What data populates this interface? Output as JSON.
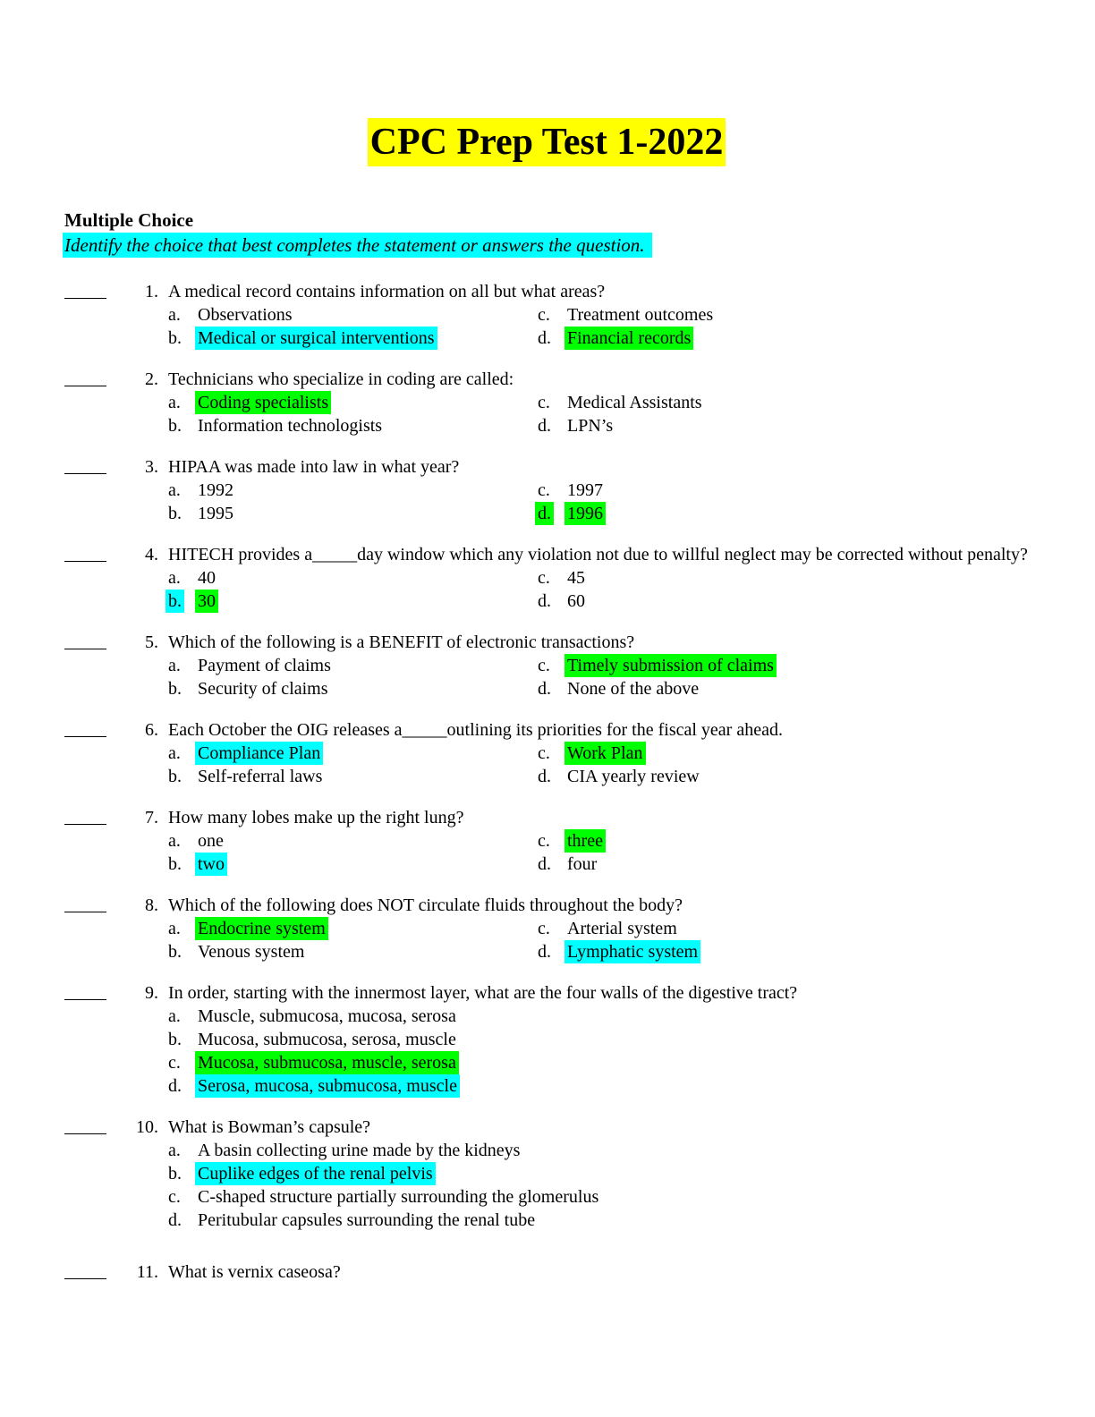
{
  "colors": {
    "yellow": "#ffff00",
    "cyan": "#00ffff",
    "green": "#00ff00"
  },
  "header": {
    "title": "CPC Prep Test 1-2022",
    "title_hl": "yellow"
  },
  "section": {
    "heading": "Multiple Choice",
    "instruction": "Identify the choice that best completes the statement or answers the question.",
    "instruction_hl": "cyan"
  },
  "questions": [
    {
      "number": "1.",
      "text": "A medical record contains information on all but what areas?",
      "options": [
        {
          "letter": "a.",
          "text": "Observations",
          "hl": null,
          "letter_hl": null
        },
        {
          "letter": "b.",
          "text": "Medical or surgical interventions",
          "hl": "cyan",
          "letter_hl": null
        },
        {
          "letter": "c.",
          "text": "Treatment outcomes",
          "hl": null,
          "letter_hl": null
        },
        {
          "letter": "d.",
          "text": "Financial records",
          "hl": "green",
          "letter_hl": null
        }
      ]
    },
    {
      "number": "2.",
      "text": "Technicians who specialize in coding are called:",
      "options": [
        {
          "letter": "a.",
          "text": "Coding specialists",
          "hl": "green",
          "letter_hl": null
        },
        {
          "letter": "b.",
          "text": "Information technologists",
          "hl": null,
          "letter_hl": null
        },
        {
          "letter": "c.",
          "text": "Medical Assistants",
          "hl": null,
          "letter_hl": null
        },
        {
          "letter": "d.",
          "text": "LPN’s",
          "hl": null,
          "letter_hl": null
        }
      ]
    },
    {
      "number": "3.",
      "text": "HIPAA was made into law in what year?",
      "options": [
        {
          "letter": "a.",
          "text": "1992",
          "hl": null,
          "letter_hl": null
        },
        {
          "letter": "b.",
          "text": "1995",
          "hl": null,
          "letter_hl": null
        },
        {
          "letter": "c.",
          "text": "1997",
          "hl": null,
          "letter_hl": null
        },
        {
          "letter": "d.",
          "text": "1996",
          "hl": "green",
          "letter_hl": "green"
        }
      ]
    },
    {
      "number": "4.",
      "text": "HITECH provides a_____day window which any violation not due to willful neglect may be corrected without penalty?",
      "options": [
        {
          "letter": "a.",
          "text": "40",
          "hl": null,
          "letter_hl": null
        },
        {
          "letter": "b.",
          "text": "30",
          "hl": "green",
          "letter_hl": "cyan"
        },
        {
          "letter": "c.",
          "text": "45",
          "hl": null,
          "letter_hl": null
        },
        {
          "letter": "d.",
          "text": "60",
          "hl": null,
          "letter_hl": null
        }
      ]
    },
    {
      "number": "5.",
      "text": "Which of the following is a BENEFIT of electronic transactions?",
      "options": [
        {
          "letter": "a.",
          "text": "Payment of claims",
          "hl": null,
          "letter_hl": null
        },
        {
          "letter": "b.",
          "text": "Security of claims",
          "hl": null,
          "letter_hl": null
        },
        {
          "letter": "c.",
          "text": "Timely submission of claims",
          "hl": "green",
          "letter_hl": null
        },
        {
          "letter": "d.",
          "text": "None of the above",
          "hl": null,
          "letter_hl": null
        }
      ]
    },
    {
      "number": "6.",
      "text": "Each October the OIG releases a_____outlining its priorities for the fiscal year ahead.",
      "options": [
        {
          "letter": "a.",
          "text": "Compliance Plan",
          "hl": "cyan",
          "letter_hl": null
        },
        {
          "letter": "b.",
          "text": "Self-referral laws",
          "hl": null,
          "letter_hl": null
        },
        {
          "letter": "c.",
          "text": "Work Plan",
          "hl": "green",
          "letter_hl": null
        },
        {
          "letter": "d.",
          "text": "CIA yearly review",
          "hl": null,
          "letter_hl": null
        }
      ]
    },
    {
      "number": "7.",
      "text": "How many lobes make up the right lung?",
      "options": [
        {
          "letter": "a.",
          "text": "one",
          "hl": null,
          "letter_hl": null
        },
        {
          "letter": "b.",
          "text": "two",
          "hl": "cyan",
          "letter_hl": null
        },
        {
          "letter": "c.",
          "text": "three",
          "hl": "green",
          "letter_hl": null
        },
        {
          "letter": "d.",
          "text": "four",
          "hl": null,
          "letter_hl": null
        }
      ]
    },
    {
      "number": "8.",
      "text": "Which of the following does NOT circulate fluids throughout the body?",
      "options": [
        {
          "letter": "a.",
          "text": "Endocrine system",
          "hl": "green",
          "letter_hl": null
        },
        {
          "letter": "b.",
          "text": "Venous system",
          "hl": null,
          "letter_hl": null
        },
        {
          "letter": "c.",
          "text": "Arterial system",
          "hl": null,
          "letter_hl": null
        },
        {
          "letter": "d.",
          "text": "Lymphatic system",
          "hl": "cyan",
          "letter_hl": null
        }
      ]
    },
    {
      "number": "9.",
      "text": "In order, starting with the innermost layer, what are the four walls of the digestive tract?",
      "options": [
        {
          "letter": "a.",
          "text": "Muscle, submucosa, mucosa, serosa",
          "hl": null,
          "letter_hl": null
        },
        {
          "letter": "b.",
          "text": "Mucosa, submucosa, serosa, muscle",
          "hl": null,
          "letter_hl": null
        },
        {
          "letter": "c.",
          "text": "Mucosa, submucosa, muscle, serosa",
          "hl": "green",
          "letter_hl": null
        },
        {
          "letter": "d.",
          "text": "Serosa, mucosa, submucosa, muscle",
          "hl": "cyan",
          "letter_hl": null
        }
      ]
    },
    {
      "number": "10.",
      "text": "What is Bowman’s capsule?",
      "options": [
        {
          "letter": "a.",
          "text": "A basin collecting urine made by the kidneys",
          "hl": null,
          "letter_hl": null
        },
        {
          "letter": "b.",
          "text": "Cuplike edges of the renal pelvis",
          "hl": "cyan",
          "letter_hl": null
        },
        {
          "letter": "c.",
          "text": "C-shaped structure partially surrounding the glomerulus",
          "hl": null,
          "letter_hl": null
        },
        {
          "letter": "d.",
          "text": "Peritubular capsules surrounding the renal tube",
          "hl": null,
          "letter_hl": null
        }
      ]
    },
    {
      "number": "11.",
      "text": "What is vernix caseosa?",
      "options": []
    }
  ]
}
